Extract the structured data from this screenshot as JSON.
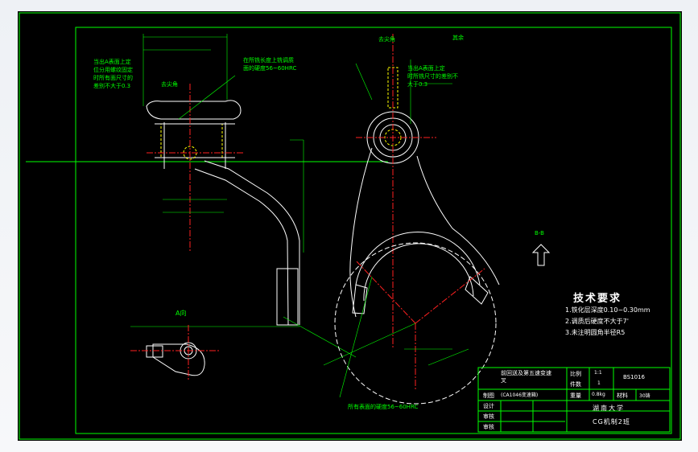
{
  "technical_requirements": {
    "title": "技术要求",
    "items": [
      "1.铁化层深度0.10~0.30mm",
      "2.调质后硬度不大于7'",
      "3.未注明圆角半径R5"
    ]
  },
  "annotations": {
    "note_left": [
      "当出A表面上定",
      "位分用螺纹固定",
      "时所有面尺寸的",
      "差别不大于0.3"
    ],
    "note_top_right": [
      "当出A表面上定",
      "时所铣尺寸的差别不",
      "大于0.3"
    ],
    "note_pressure": [
      "在所铣长度上铣调质",
      "面的硬度56~60HRC"
    ],
    "note_bottom": "所有表面的硬度56~60HRC",
    "view_a": "A向",
    "view_b": "B-B",
    "label_left_mid": "去尖角",
    "label_top_center": "去尖角",
    "label_rest": "其余"
  },
  "title_block": {
    "part_name": [
      "前回送及第五速变速",
      "叉"
    ],
    "part_name_sub": "(CA1046变速箱)",
    "drawing_no": "BS1016",
    "scale_label": "比例",
    "scale_value": "1:1",
    "count_label": "件数",
    "count_value": "1",
    "weight_label": "重量",
    "weight_value": "0.8kg",
    "material_label": "材料",
    "material_value": "30铸",
    "drawn_label": "制图",
    "designer_label": "设计",
    "checker_label": "审核",
    "approver_label": "审核",
    "school": "湖南大学",
    "department": "CG机制2班"
  }
}
